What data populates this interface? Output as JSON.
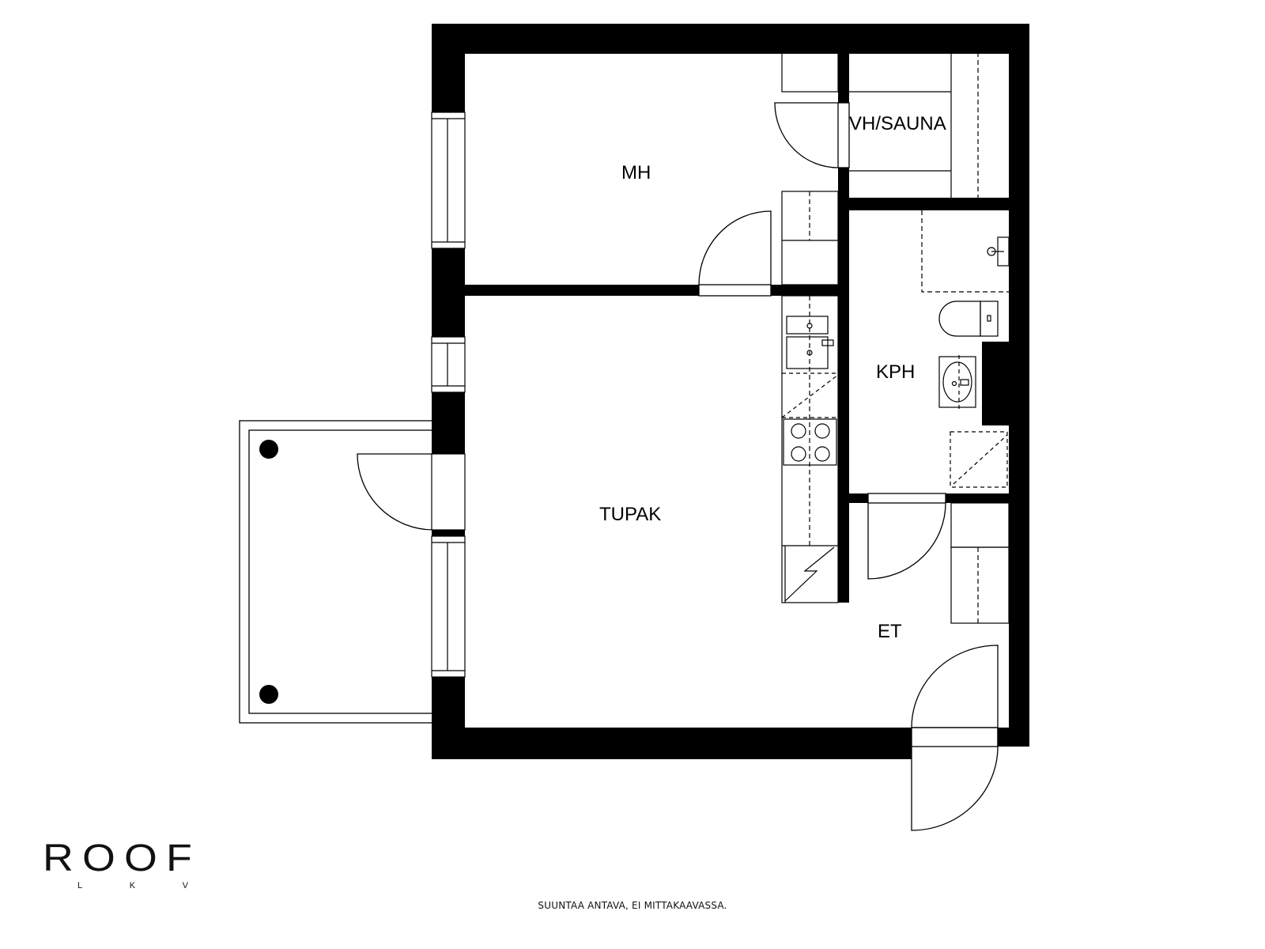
{
  "plan": {
    "rooms": {
      "mh": "MH",
      "vh_sauna": "VH/SAUNA",
      "kph": "KPH",
      "tupak": "TUPAK",
      "et": "ET"
    }
  },
  "branding": {
    "logo_main": "ROOF",
    "logo_sub": [
      "L",
      "K",
      "V"
    ]
  },
  "footer": {
    "note": "SUUNTAA ANTAVA, EI MITTAKAAVASSA."
  },
  "colors": {
    "wall": "#000000",
    "background": "#ffffff",
    "line": "#000000"
  }
}
